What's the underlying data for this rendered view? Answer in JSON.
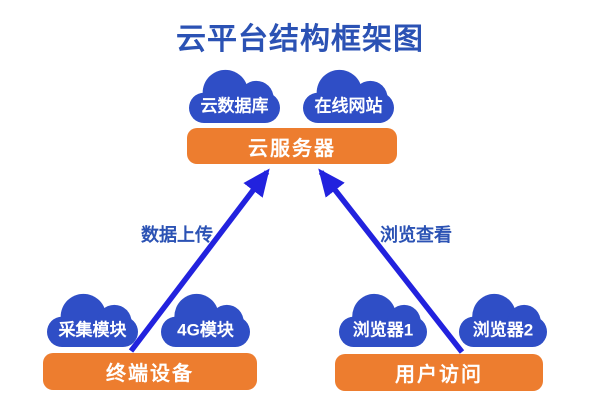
{
  "title": "云平台结构框架图",
  "colors": {
    "background": "#FFFFFF",
    "title_blue": "#2B52B4",
    "cloud_blue": "#2F4EC6",
    "arrow_blue": "#2222DE",
    "orange": "#ED7D2F",
    "node_text": "#FFFFFF"
  },
  "nodes": {
    "cloud_database": "云数据库",
    "online_website": "在线网站",
    "cloud_server": "云服务器",
    "collect_module": "采集模块",
    "module_4g": "4G模块",
    "terminal_device": "终端设备",
    "browser_1": "浏览器1",
    "browser_2": "浏览器2",
    "user_access": "用户访问"
  },
  "edges": {
    "upload": {
      "label": "数据上传"
    },
    "view": {
      "label": "浏览查看"
    }
  }
}
